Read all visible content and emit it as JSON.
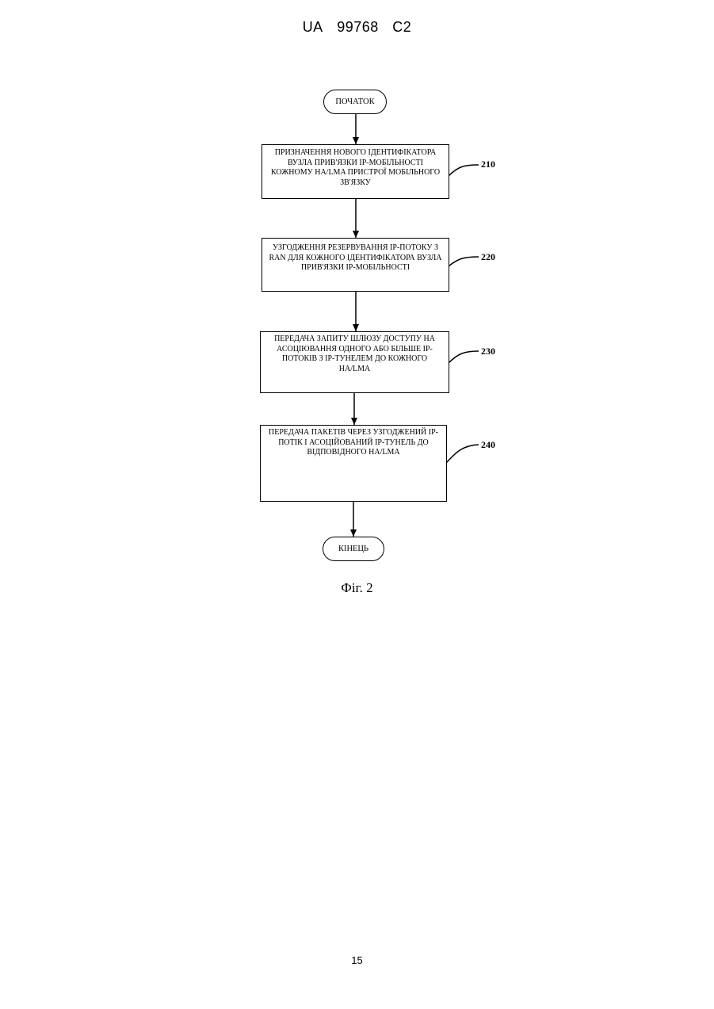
{
  "header": {
    "country": "UA",
    "number": "99768",
    "kind": "C2"
  },
  "flowchart": {
    "start_label": "ПОЧАТОК",
    "end_label": "КІНЕЦЬ",
    "steps": [
      {
        "ref": "210",
        "text": "ПРИЗНАЧЕННЯ НОВОГО ІДЕНТИФІКАТОРА ВУЗЛА ПРИВ'ЯЗКИ IP-МОБІЛЬНОСТІ КОЖНОМУ HA/LMA ПРИСТРОЇ МОБІЛЬНОГО ЗВ'ЯЗКУ"
      },
      {
        "ref": "220",
        "text": "УЗГОДЖЕННЯ РЕЗЕРВУВАННЯ IP-ПОТОКУ З RAN ДЛЯ КОЖНОГО ІДЕНТИФІКАТОРА ВУЗЛА ПРИВ'ЯЗКИ IP-МОБІЛЬНОСТІ"
      },
      {
        "ref": "230",
        "text": "ПЕРЕДАЧА ЗАПИТУ ШЛЮЗУ ДОСТУПУ НА АСОЦІЮВАННЯ ОДНОГО АБО БІЛЬШЕ IP-ПОТОКІВ З IP-ТУНЕЛЕМ ДО КОЖНОГО HA/LMA"
      },
      {
        "ref": "240",
        "text": "ПЕРЕДАЧА ПАКЕТІВ ЧЕРЕЗ УЗГОДЖЕНИЙ IP-ПОТІК І АСОЦІЙОВАНИЙ IP-ТУНЕЛЬ ДО ВІДПОВІДНОГО HA/LMA"
      }
    ]
  },
  "caption": "Фіг. 2",
  "page_number": "15"
}
